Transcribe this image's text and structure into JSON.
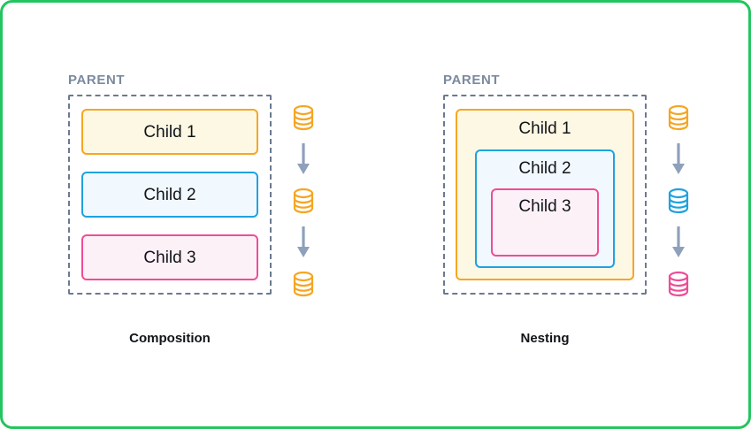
{
  "canvas": {
    "border_color": "#22c55e",
    "background": "#ffffff"
  },
  "palette": {
    "orange_border": "#f5a623",
    "orange_fill": "#fdf8e3",
    "blue_border": "#1fa2e0",
    "blue_fill": "#f1f9fe",
    "pink_border": "#ee4d97",
    "pink_fill": "#fdf1f8",
    "parent_dash": "#6b7a90",
    "parent_label": "#7b8aa0",
    "arrow": "#8fa0bc",
    "text": "#111418"
  },
  "panels": [
    {
      "id": "composition",
      "parent_label": "PARENT",
      "caption": "Composition",
      "layout": "siblings",
      "children": [
        {
          "label": "Child 1",
          "color": "orange"
        },
        {
          "label": "Child 2",
          "color": "blue"
        },
        {
          "label": "Child 3",
          "color": "pink"
        }
      ],
      "icons": [
        {
          "name": "database-icon",
          "color": "#f5a623"
        },
        {
          "name": "arrow-down-icon",
          "color": "#8fa0bc"
        },
        {
          "name": "database-icon",
          "color": "#f5a623"
        },
        {
          "name": "arrow-down-icon",
          "color": "#8fa0bc"
        },
        {
          "name": "database-icon",
          "color": "#f5a623"
        }
      ]
    },
    {
      "id": "nesting",
      "parent_label": "PARENT",
      "caption": "Nesting",
      "layout": "nested",
      "children": [
        {
          "label": "Child 1",
          "color": "orange"
        },
        {
          "label": "Child 2",
          "color": "blue"
        },
        {
          "label": "Child 3",
          "color": "pink"
        }
      ],
      "icons": [
        {
          "name": "database-icon",
          "color": "#f5a623"
        },
        {
          "name": "arrow-down-icon",
          "color": "#8fa0bc"
        },
        {
          "name": "database-icon",
          "color": "#1fa2e0"
        },
        {
          "name": "arrow-down-icon",
          "color": "#8fa0bc"
        },
        {
          "name": "database-icon",
          "color": "#ee4d97"
        }
      ]
    }
  ]
}
